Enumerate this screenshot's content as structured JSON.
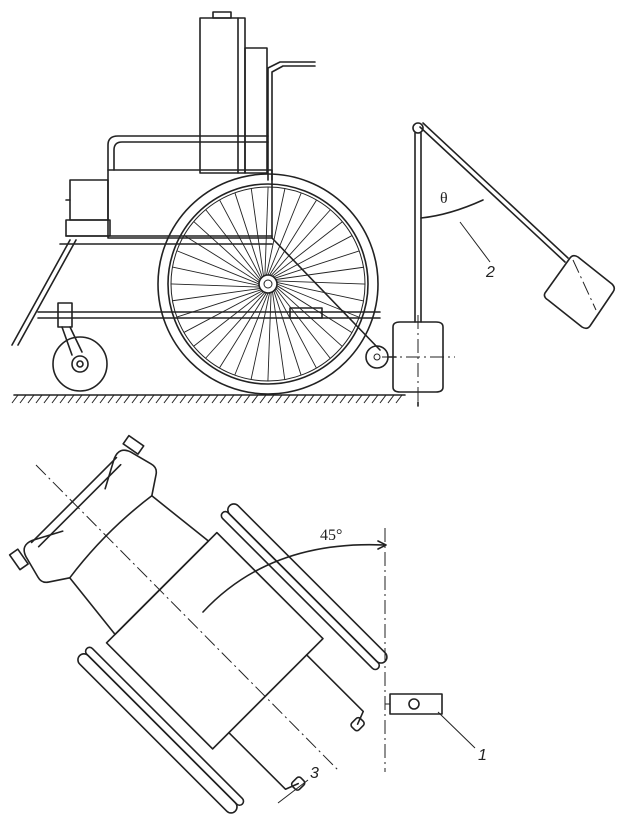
{
  "labels": {
    "callout_1": "1",
    "callout_2": "2",
    "callout_3": "3",
    "angle_theta": "θ",
    "angle_45": "45°"
  }
}
